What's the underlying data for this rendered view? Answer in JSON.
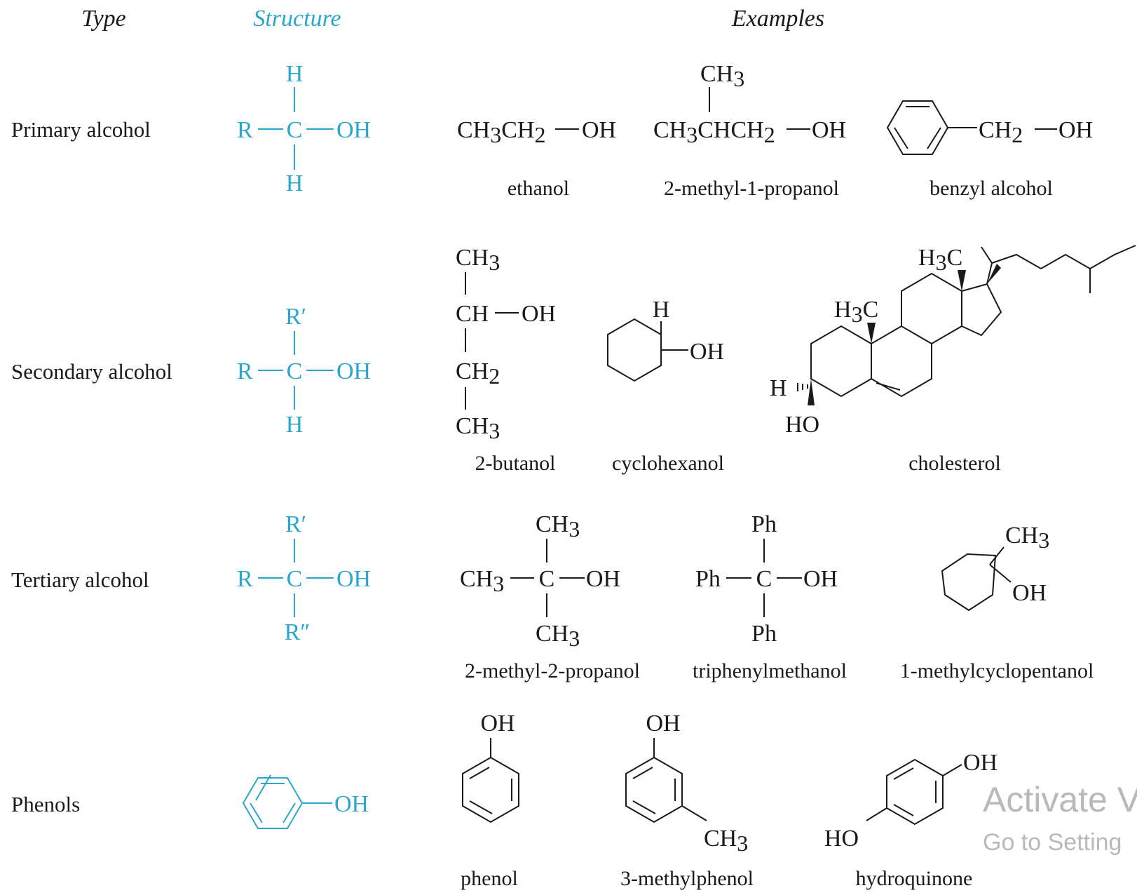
{
  "headers": {
    "type": "Type",
    "structure": "Structure",
    "examples": "Examples"
  },
  "colors": {
    "structure": "#2ba6cf",
    "text": "#1a1a1a",
    "watermark": "#b9b9b9"
  },
  "rows": {
    "primary": {
      "label": "Primary alcohol",
      "structure": {
        "r": "R",
        "c": "C",
        "oh": "OH",
        "top": "H",
        "bottom": "H"
      },
      "examples": [
        {
          "name": "ethanol",
          "formula": [
            "CH",
            "3",
            "CH",
            "2",
            "OH"
          ]
        },
        {
          "name": "2-methyl-1-propanol",
          "formula": [
            "CH",
            "3",
            "CHCH",
            "2",
            "OH"
          ],
          "branch": [
            "CH",
            "3"
          ]
        },
        {
          "name": "benzyl alcohol",
          "formula": [
            "CH",
            "2",
            "OH"
          ]
        }
      ]
    },
    "secondary": {
      "label": "Secondary alcohol",
      "structure": {
        "r": "R",
        "c": "C",
        "oh": "OH",
        "top": "R′",
        "bottom": "H"
      },
      "examples": [
        {
          "name": "2-butanol",
          "atoms": [
            "CH",
            "3",
            "CH",
            "OH",
            "CH",
            "2",
            "CH",
            "3"
          ]
        },
        {
          "name": "cyclohexanol",
          "atoms": [
            "H",
            "OH"
          ]
        },
        {
          "name": "cholesterol",
          "atoms": [
            "H",
            "3",
            "C",
            "H",
            "3",
            "C",
            "H",
            "HO"
          ]
        }
      ]
    },
    "tertiary": {
      "label": "Tertiary alcohol",
      "structure": {
        "r": "R",
        "c": "C",
        "oh": "OH",
        "top": "R′",
        "bottom": "R″"
      },
      "examples": [
        {
          "name": "2-methyl-2-propanol",
          "atoms": [
            "CH",
            "3",
            "CH",
            "3",
            "C",
            "OH",
            "CH",
            "3"
          ]
        },
        {
          "name": "triphenylmethanol",
          "atoms": [
            "Ph",
            "Ph",
            "C",
            "OH",
            "Ph"
          ]
        },
        {
          "name": "1-methylcyclopentanol",
          "atoms": [
            "CH",
            "3",
            "OH"
          ]
        }
      ]
    },
    "phenols": {
      "label": "Phenols",
      "structure": {
        "oh": "OH"
      },
      "examples": [
        {
          "name": "phenol",
          "atoms": [
            "OH"
          ]
        },
        {
          "name": "3-methylphenol",
          "atoms": [
            "OH",
            "CH",
            "3"
          ]
        },
        {
          "name": "hydroquinone",
          "atoms": [
            "OH",
            "HO"
          ]
        }
      ]
    }
  },
  "watermark": {
    "line1": "Activate V",
    "line2": "Go to Setting"
  }
}
